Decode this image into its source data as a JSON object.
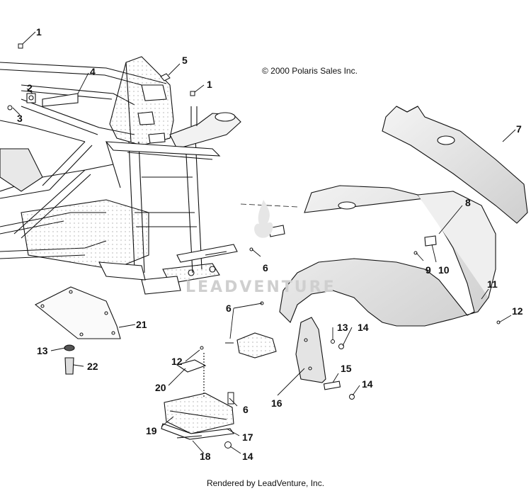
{
  "copyright": "© 2000 Polaris Sales Inc.",
  "footer": "Rendered by LeadVenture, Inc.",
  "watermark": "LEADVENTURE",
  "callouts": [
    "1",
    "2",
    "3",
    "4",
    "5",
    "1",
    "6",
    "7",
    "8",
    "9",
    "10",
    "11",
    "12",
    "6",
    "13",
    "14",
    "21",
    "13",
    "22",
    "12",
    "20",
    "15",
    "14",
    "16",
    "6",
    "19",
    "17",
    "18",
    "14"
  ]
}
